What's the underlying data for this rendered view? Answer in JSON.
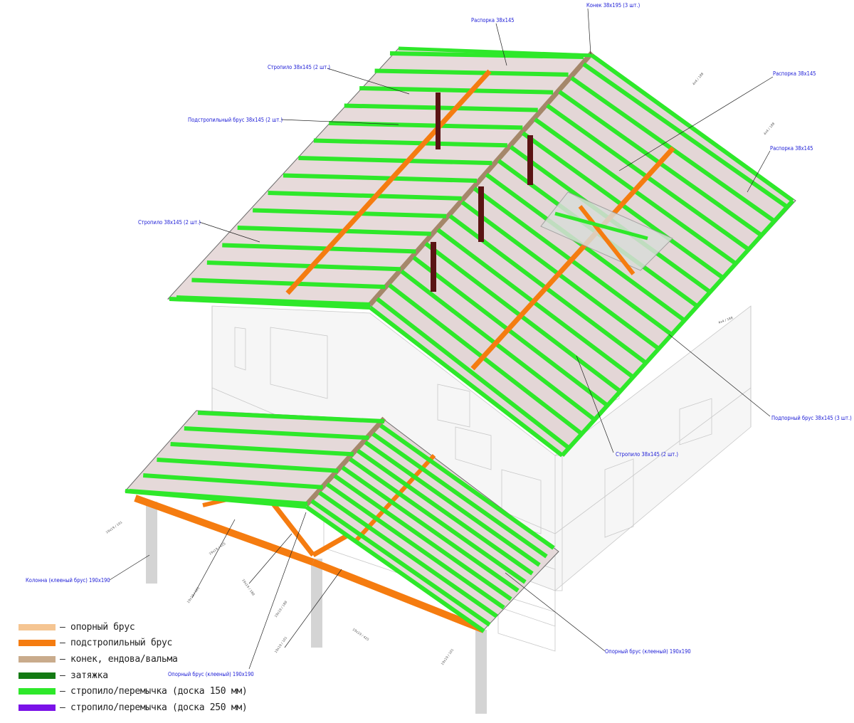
{
  "diagram": {
    "labels": {
      "ridge_top": "Конек 38x195 (3 шт.)",
      "strut_top": "Распорка 38x145",
      "rafter_top": "Стропило 38x145 (2 шт.)",
      "strut_right1": "Распорка 38x145",
      "plate_left": "Подстропильный брус 38x145 (2 шт.)",
      "strut_right2": "Распорка 38x145",
      "rafter_left": "Стропило 38x145 (2 шт.)",
      "support_right": "Подпорный брус 38x145 (3 шт.)",
      "rafter_center": "Стропило 38x145 (2 шт.)",
      "column": "Колонна (клееный брус) 190x190",
      "beam_right": "Опорный брус (клееный) 190x190",
      "beam_bottom": "Опорный брус (клееный) 190x190"
    },
    "dims": {
      "d1": "19x19 / 101",
      "d2": "19x19 / 425",
      "d3": "19x19 / 101",
      "d4": "19x19 / 188",
      "d5": "19x19 / 188",
      "d6": "19x19 / 101",
      "d7": "19x19 / 425",
      "d8": "19x19 / 101",
      "d9": "4x4 / 188",
      "d10": "4x4 / 188",
      "d11": "4x4 / 188"
    }
  },
  "legend": [
    {
      "color": "#f5c592",
      "label": "– опорный брус"
    },
    {
      "color": "#f57c10",
      "label": "– подстропильный брус"
    },
    {
      "color": "#c9ab8c",
      "label": "– конек, ендова/вальма"
    },
    {
      "color": "#137a13",
      "label": "– затяжка"
    },
    {
      "color": "#2ee82a",
      "label": "– стропило/перемычка (доска 150 мм)"
    },
    {
      "color": "#7a12e8",
      "label": "– стропило/перемычка (доска 250 мм)"
    }
  ],
  "colors": {
    "rafter": "#2ee82a",
    "plate": "#f57c10",
    "ridge": "#a5876a",
    "post": "#5a1414",
    "roof_fill": "#e7dada",
    "callout": "#1a1ad6"
  }
}
